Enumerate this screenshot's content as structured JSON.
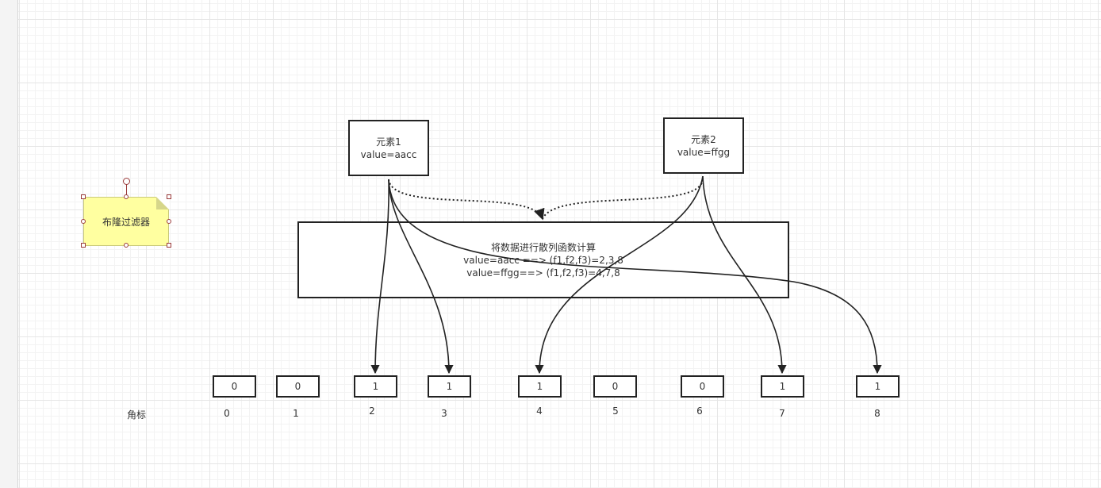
{
  "element1": {
    "line1": "元素1",
    "line2": "value=aacc"
  },
  "element2": {
    "line1": "元素2",
    "line2": "value=ffgg"
  },
  "hash_box": {
    "line1": "将数据进行散列函数计算",
    "line2": "value=aacc ==> (f1,f2,f3)=2,3,8",
    "line3": "value=ffgg==> (f1,f2,f3)=4,7,8"
  },
  "note": {
    "label": "布隆过滤器"
  },
  "index_caption": "角标",
  "bit_array": [
    {
      "index": "0",
      "value": "0"
    },
    {
      "index": "1",
      "value": "0"
    },
    {
      "index": "2",
      "value": "1"
    },
    {
      "index": "3",
      "value": "1"
    },
    {
      "index": "4",
      "value": "1"
    },
    {
      "index": "5",
      "value": "0"
    },
    {
      "index": "6",
      "value": "0"
    },
    {
      "index": "7",
      "value": "1"
    },
    {
      "index": "8",
      "value": "1"
    }
  ],
  "colors": {
    "note_fill": "#ffffa0",
    "stroke": "#222222",
    "handle": "#9a3a3a"
  }
}
